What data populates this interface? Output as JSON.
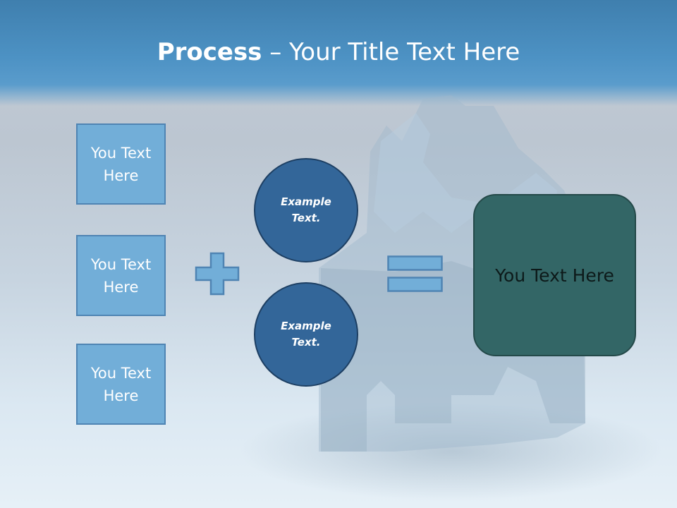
{
  "slide": {
    "title_bold": "Process",
    "title_rest": " – Your Title Text Here",
    "boxes": [
      {
        "label": "You Text Here"
      },
      {
        "label": "You Text Here"
      },
      {
        "label": "You Text Here"
      }
    ],
    "circles": [
      {
        "label": "Example Text."
      },
      {
        "label": "Example Text."
      }
    ],
    "result": {
      "label": "You Text Here"
    },
    "operators": {
      "plus": "plus-icon",
      "equals": "equals-icon"
    },
    "colors": {
      "header": "#4d92c4",
      "box_fill": "#72aed8",
      "box_border": "#4f84b3",
      "circle_fill": "#336699",
      "result_fill": "#336666"
    }
  }
}
